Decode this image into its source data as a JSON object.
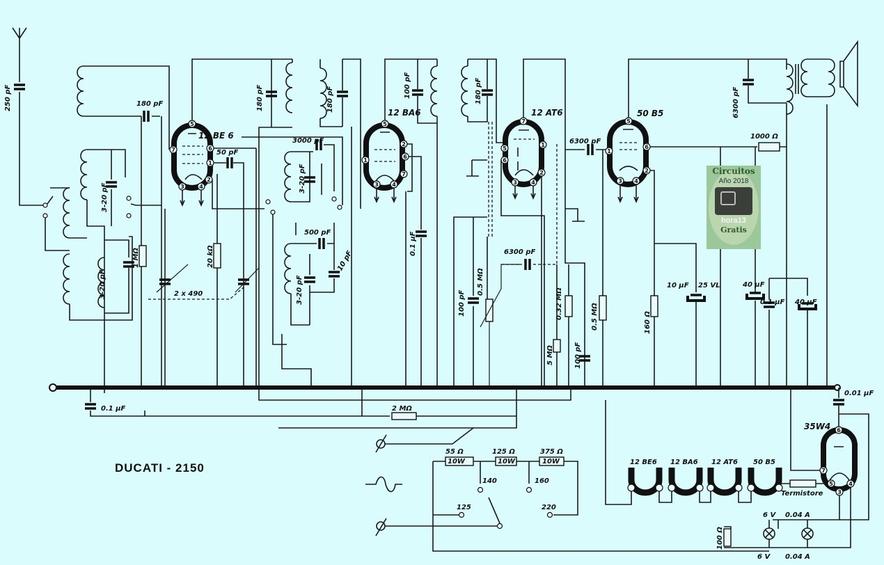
{
  "title": "DUCATI - 2150",
  "logo": {
    "line1": "Circuitos",
    "line2": "Año 2018",
    "line3": "hora13",
    "line4": "Gratis"
  },
  "tubes": {
    "t1": {
      "name": "12 BE 6",
      "pins": [
        "5",
        "7",
        "6",
        "1",
        "3",
        "4",
        "2"
      ]
    },
    "t2": {
      "name": "12 BA6",
      "pins": [
        "5",
        "2",
        "1",
        "6",
        "7",
        "3",
        "4"
      ]
    },
    "t3": {
      "name": "12 AT6",
      "pins": [
        "7",
        "5",
        "6",
        "1",
        "2",
        "3",
        "4"
      ]
    },
    "t4": {
      "name": "50 B5",
      "pins": [
        "5",
        "1",
        "6",
        "2",
        "3",
        "4"
      ]
    },
    "t5": {
      "name": "35W4",
      "pins": [
        "6",
        "7",
        "5",
        "3",
        "4"
      ]
    }
  },
  "labels": {
    "c_ant": "250 pF",
    "c_180a": "180 pF",
    "c_180b": "180 pF",
    "c_180c": "180 pF",
    "c_100a": "100 pF",
    "c_180d": "180 pF",
    "c_6300out": "6300 pF",
    "c_50": "50 pF",
    "c_3000": "3000 pF",
    "trim1": "3-20 pF",
    "trim2": "3-20 pF",
    "trim3": "3-20 pF",
    "trim4": "3-20 pF",
    "r_1m": "1 MΩ",
    "gang": "2 x 490",
    "r_20k": "20 kΩ",
    "c_500": "500 pF",
    "c_10": "10 pF",
    "c_01a": "0.1 μF",
    "c_100b": "100 pF",
    "pot": "0.5 MΩ",
    "c_6300a": "6300 pF",
    "c_6300b": "6300 pF",
    "r_032": "0.32 MΩ",
    "r_5m": "5 MΩ",
    "c_100c": "100 pF",
    "r_05": "0.5 MΩ",
    "r_160": "160 Ω",
    "c_10uf": "10 μF",
    "v_25": "25 VL",
    "c_40a": "40 μF",
    "c_01b": "0.1 μF",
    "c_40b": "40 μF",
    "r_1000": "1000 Ω",
    "c_01c": "0.1 μF",
    "r_2m": "2 MΩ",
    "c_001": "0.01 μF"
  },
  "power": {
    "r1": "55 Ω",
    "r2": "125 Ω",
    "r3": "375 Ω",
    "w": "10W",
    "tap140": "140",
    "tap160": "160",
    "tap125": "125",
    "tap220": "220",
    "h1": "12 BE6",
    "h2": "12 BA6",
    "h3": "12 AT6",
    "h4": "50 B5",
    "termistore": "Termistore",
    "lamp_v_top": "6 V",
    "lamp_a_top": "0.04 A",
    "lamp_v_bot": "6 V",
    "lamp_a_bot": "0.04 A",
    "r_100": "100 Ω"
  }
}
